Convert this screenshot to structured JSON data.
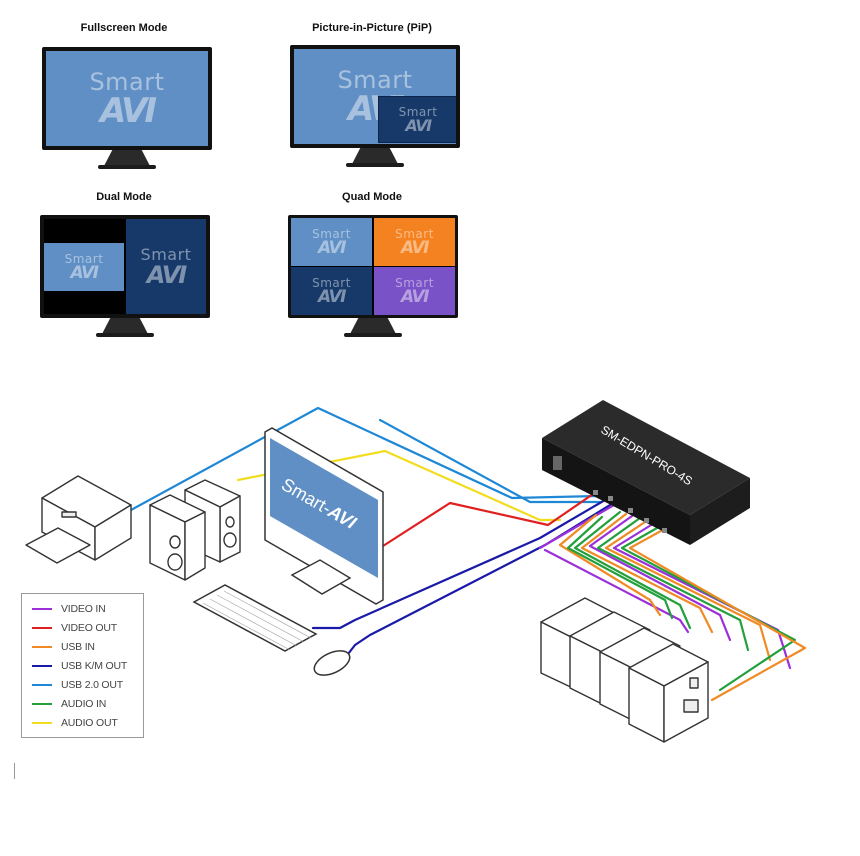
{
  "modes": [
    {
      "id": "fullscreen",
      "title": "Fullscreen Mode",
      "logo_text": "Smart",
      "logo_mark": "AVI"
    },
    {
      "id": "pip",
      "title": "Picture-in-Picture (PiP)",
      "logo_text": "Smart",
      "logo_mark": "AVI"
    },
    {
      "id": "dual",
      "title": "Dual Mode",
      "logo_text": "Smart",
      "logo_mark": "AVI"
    },
    {
      "id": "quad",
      "title": "Quad Mode",
      "logo_text": "Smart",
      "logo_mark": "AVI"
    }
  ],
  "colors": {
    "screen_light_blue": "#5f8fc4",
    "screen_dark_blue": "#17396a",
    "screen_orange": "#f58220",
    "screen_purple": "#7a52c7",
    "bezel": "#111111",
    "video_in": "#9b30d9",
    "video_out": "#e02020",
    "usb_in": "#f08a24",
    "usb_km_out": "#1a1aa8",
    "usb20_out": "#1e88d6",
    "audio_in": "#23a03c",
    "audio_out": "#f2dc1e"
  },
  "diagram": {
    "device_label": "SM-EDPN-PRO-4S",
    "monitor_logo_text": "Smart-",
    "monitor_logo_mark": "AVI"
  },
  "legend": {
    "items": [
      {
        "label": "VIDEO IN",
        "color": "#9b30d9"
      },
      {
        "label": "VIDEO OUT",
        "color": "#e02020"
      },
      {
        "label": "USB IN",
        "color": "#f08a24"
      },
      {
        "label": "USB K/M OUT",
        "color": "#1a1aa8"
      },
      {
        "label": "USB 2.0 OUT",
        "color": "#1e88d6"
      },
      {
        "label": "AUDIO IN",
        "color": "#23a03c"
      },
      {
        "label": "AUDIO OUT",
        "color": "#f2dc1e"
      }
    ]
  }
}
